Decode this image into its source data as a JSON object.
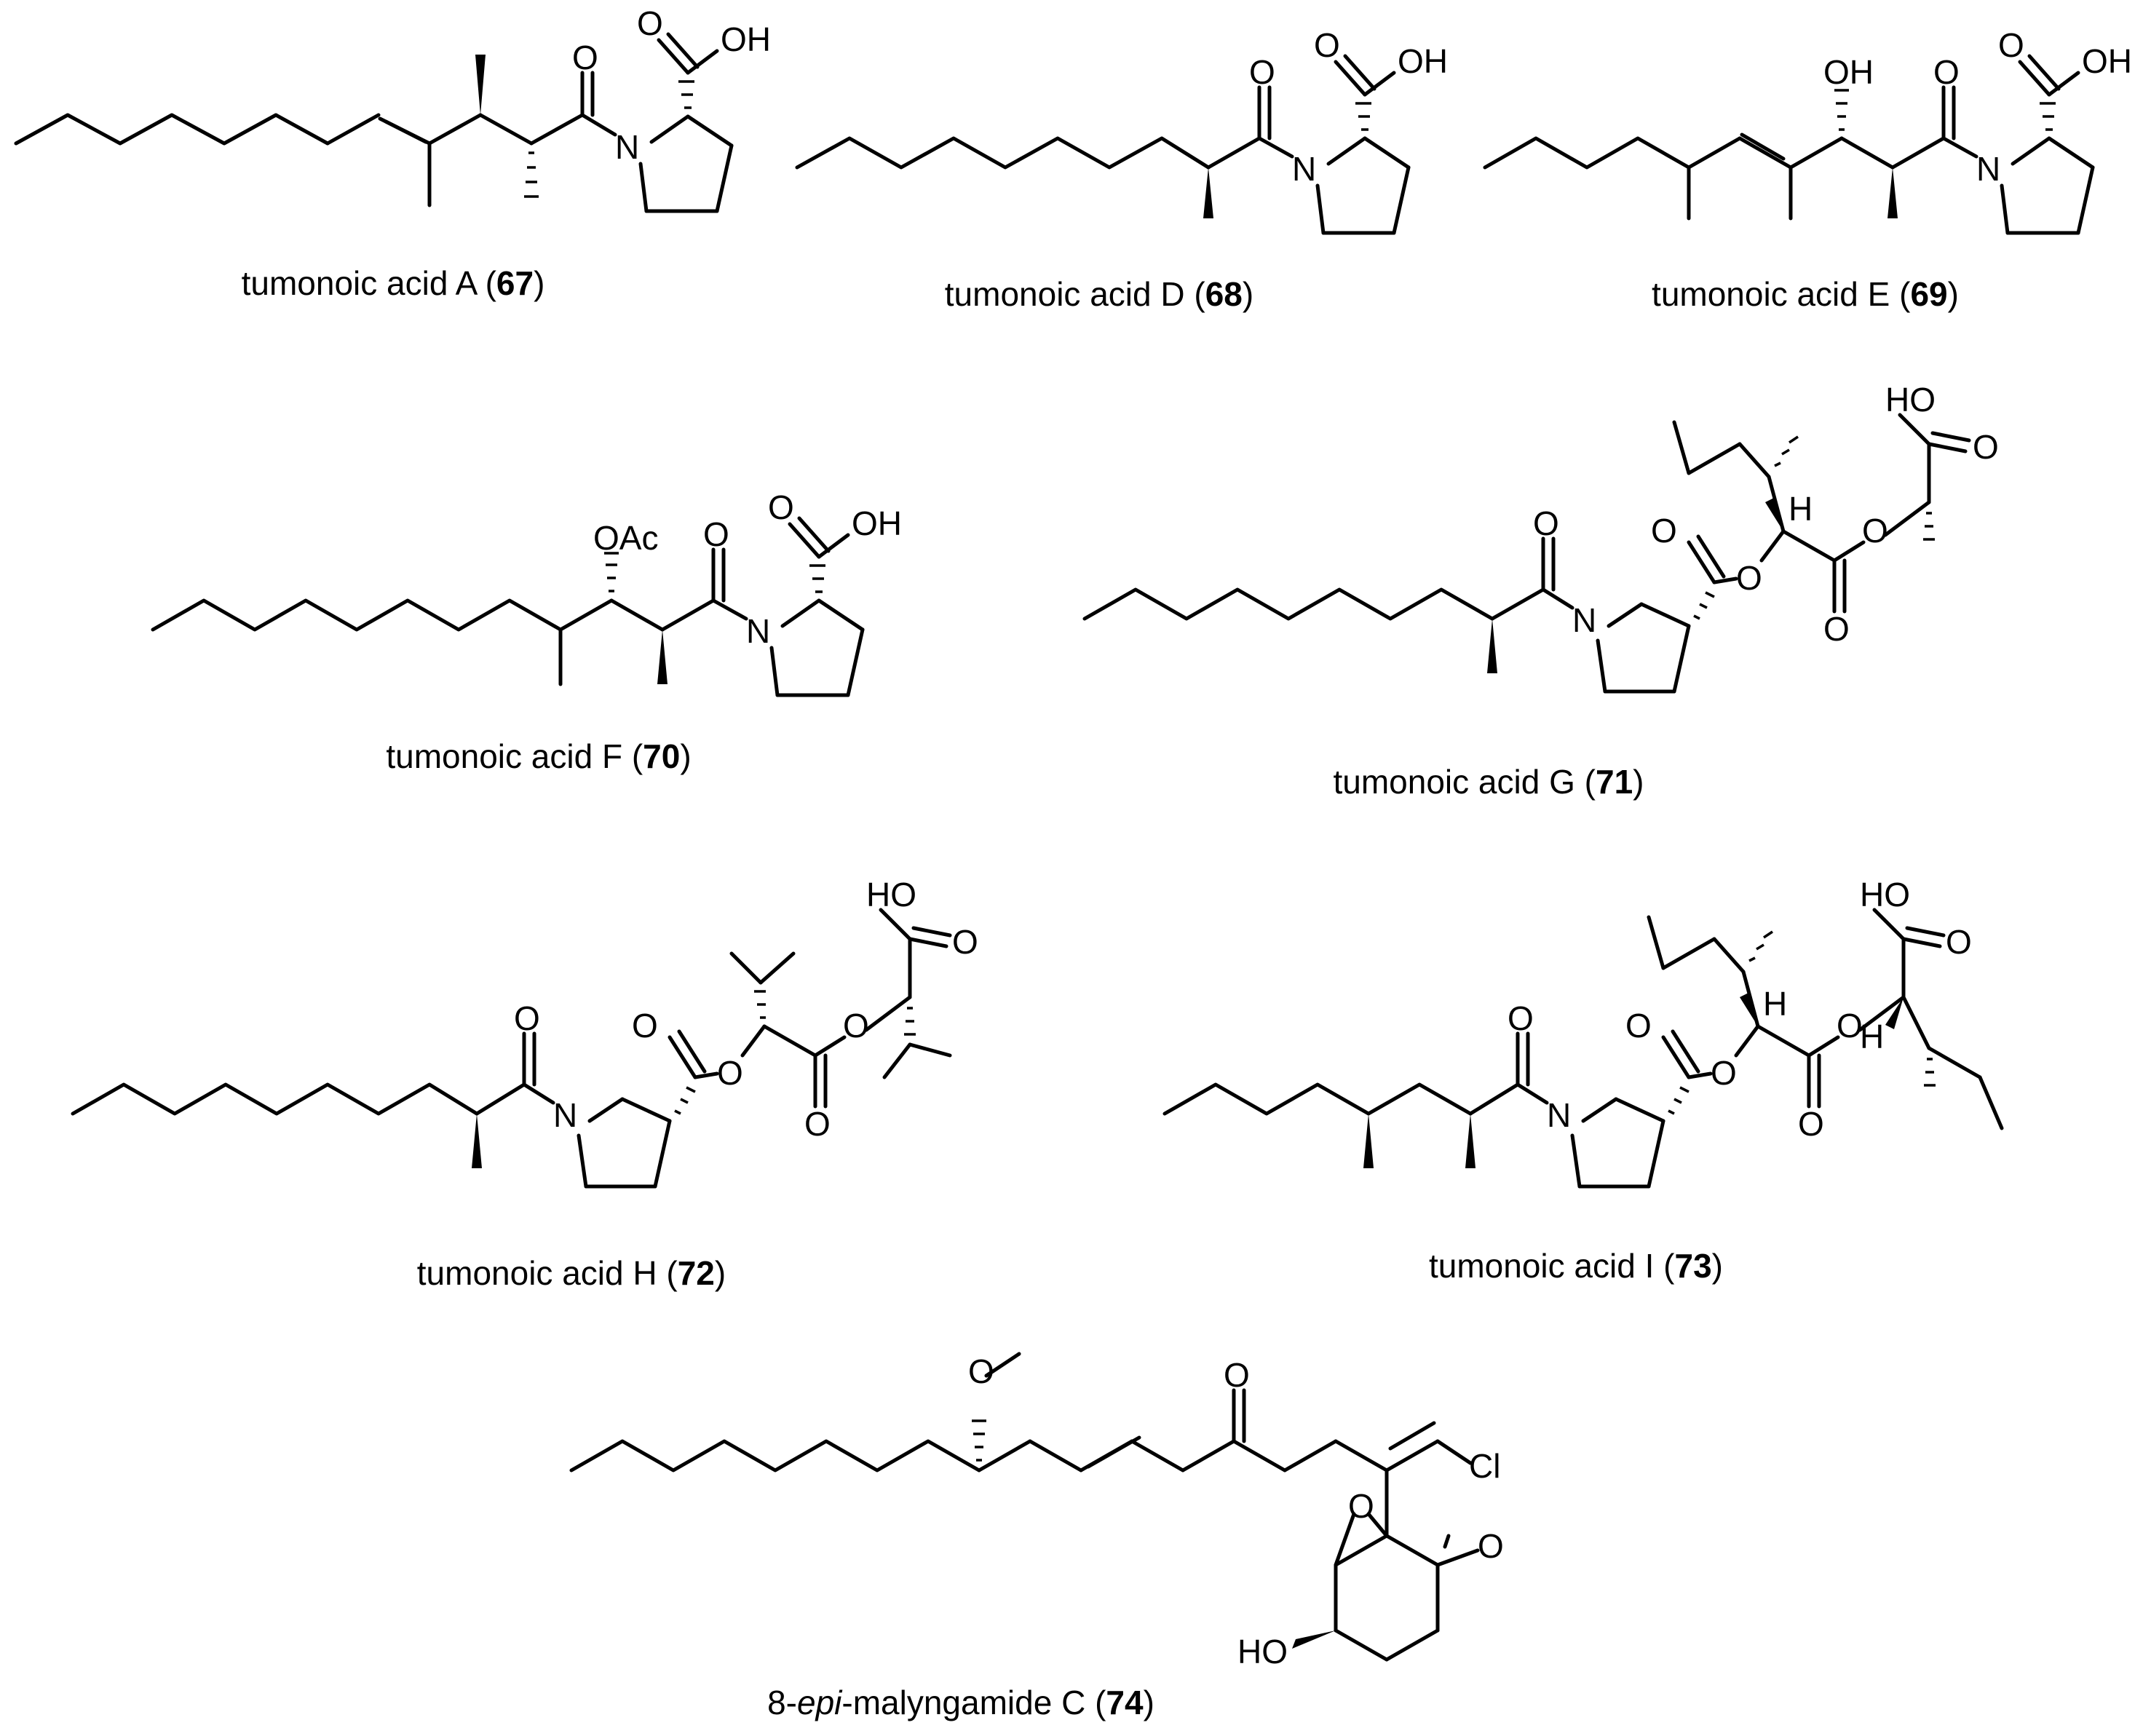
{
  "atoms": {
    "O": "O",
    "OH": "OH",
    "HO": "HO",
    "N": "N",
    "H": "H",
    "Cl": "Cl",
    "OAc": "OAc"
  },
  "compounds": [
    {
      "name": "tumonoic acid A (",
      "name_italic": "",
      "name_tail": "",
      "number": "67",
      "close": ")"
    },
    {
      "name": "tumonoic acid D (",
      "name_italic": "",
      "name_tail": "",
      "number": "68",
      "close": ")"
    },
    {
      "name": "tumonoic acid E (",
      "name_italic": "",
      "name_tail": "",
      "number": "69",
      "close": ")"
    },
    {
      "name": "tumonoic acid F (",
      "name_italic": "",
      "name_tail": "",
      "number": "70",
      "close": ")"
    },
    {
      "name": "tumonoic acid G (",
      "name_italic": "",
      "name_tail": "",
      "number": "71",
      "close": ")"
    },
    {
      "name": "tumonoic acid H (",
      "name_italic": "",
      "name_tail": "",
      "number": "72",
      "close": ")"
    },
    {
      "name": "tumonoic acid I (",
      "name_italic": "",
      "name_tail": "",
      "number": "73",
      "close": ")"
    },
    {
      "name": "8-",
      "name_italic": "epi",
      "name_tail": "-malyngamide C (",
      "number": "74",
      "close": ")"
    }
  ]
}
